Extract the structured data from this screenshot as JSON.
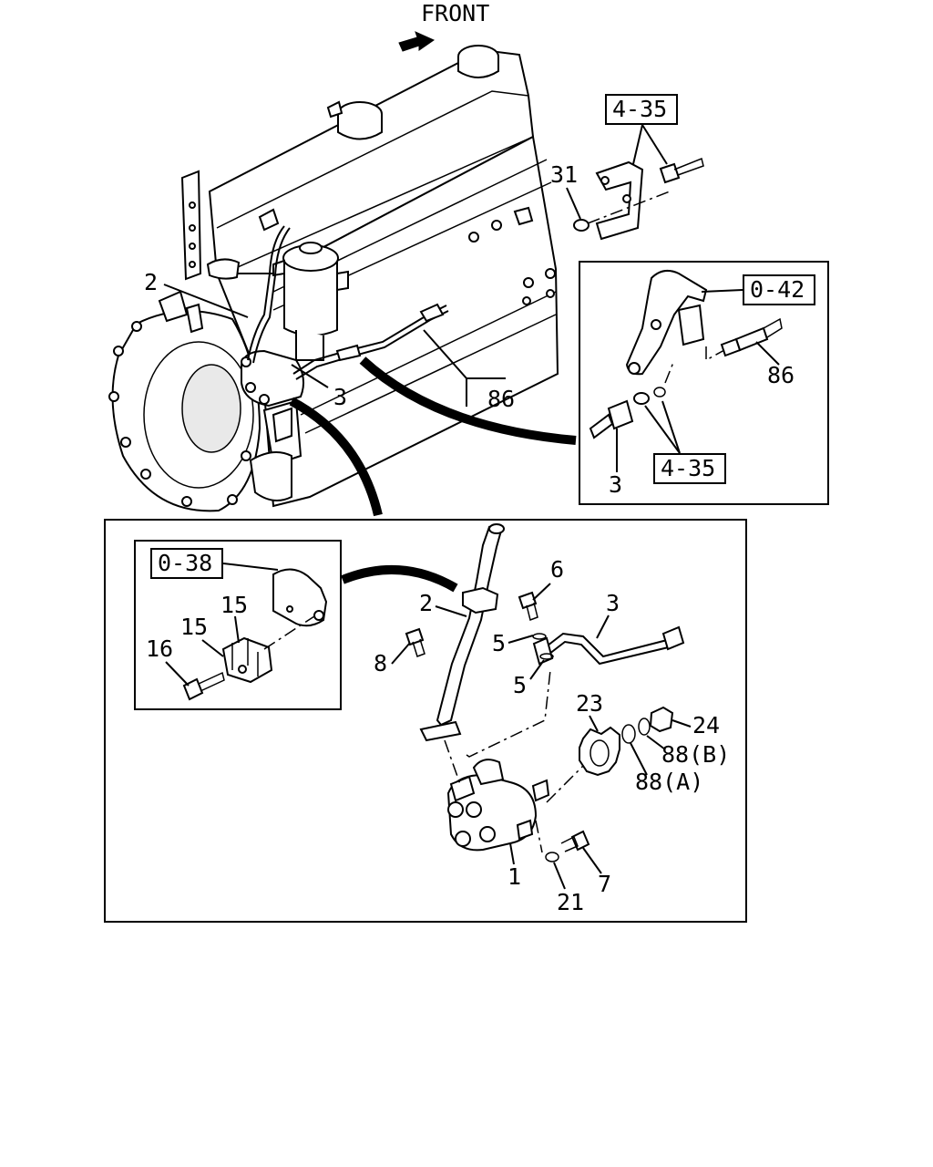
{
  "front_label": "FRONT",
  "refs": {
    "r435_top": "4-35",
    "r042": "0-42",
    "r435_inset": "4-35",
    "r038": "0-38"
  },
  "callouts": {
    "c31": "31",
    "c2_top": "2",
    "c3_top": "3",
    "c86_top": "86",
    "c86_inset": "86",
    "c3_inset": "3",
    "c15_a": "15",
    "c15_b": "15",
    "c16": "16",
    "c2_detail": "2",
    "c6": "6",
    "c3_detail": "3",
    "c5_a": "5",
    "c5_b": "5",
    "c8": "8",
    "c23": "23",
    "c24": "24",
    "c88b": "88(B)",
    "c88a": "88(A)",
    "c1": "1",
    "c7": "7",
    "c21": "21"
  }
}
